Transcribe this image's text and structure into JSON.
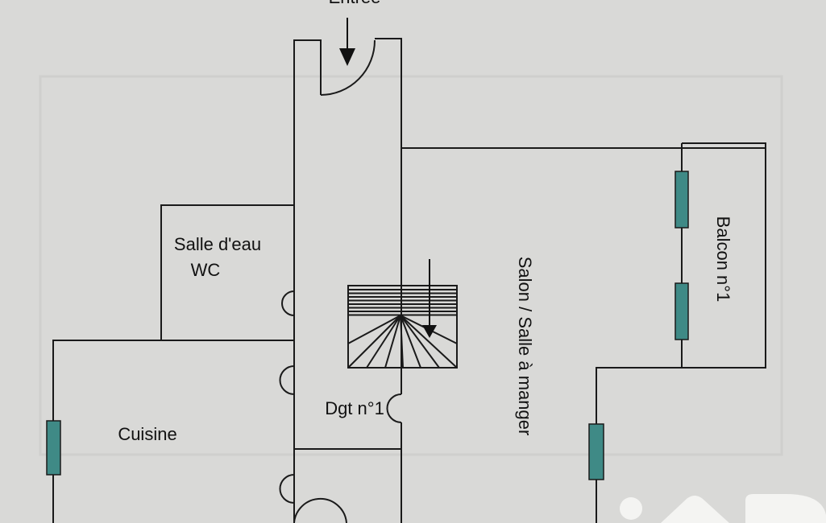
{
  "plan": {
    "entrance_label": "Entrée",
    "rooms": {
      "bathroom_line1": "Salle d'eau",
      "bathroom_line2": "WC",
      "kitchen": "Cuisine",
      "hallway": "Dgt n°1",
      "living": "Salon / Salle à manger",
      "balcony": "Balcon n°1"
    },
    "watermark": "iAD",
    "colors": {
      "wall": "#1a1a1a",
      "window": "#3f8a86",
      "paper": "#d9d9d7"
    }
  }
}
